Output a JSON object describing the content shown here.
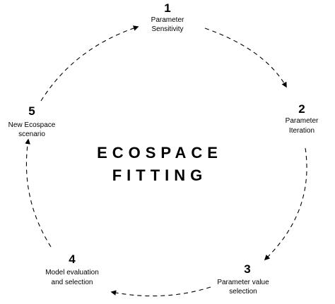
{
  "title": {
    "line1": "ECOSPACE",
    "line2": "FITTING"
  },
  "steps": [
    {
      "number": "1",
      "label_lines": [
        "Parameter",
        "Sensitivity"
      ]
    },
    {
      "number": "2",
      "label_lines": [
        "Parameter",
        "Iteration"
      ]
    },
    {
      "number": "3",
      "label_lines": [
        "Parameter value",
        "selection"
      ]
    },
    {
      "number": "4",
      "label_lines": [
        "Model evaluation",
        "and selection"
      ]
    },
    {
      "number": "5",
      "label_lines": [
        "New Ecospace",
        "scenario"
      ]
    }
  ],
  "colors": {
    "ink": "#000000",
    "background": "#ffffff"
  }
}
